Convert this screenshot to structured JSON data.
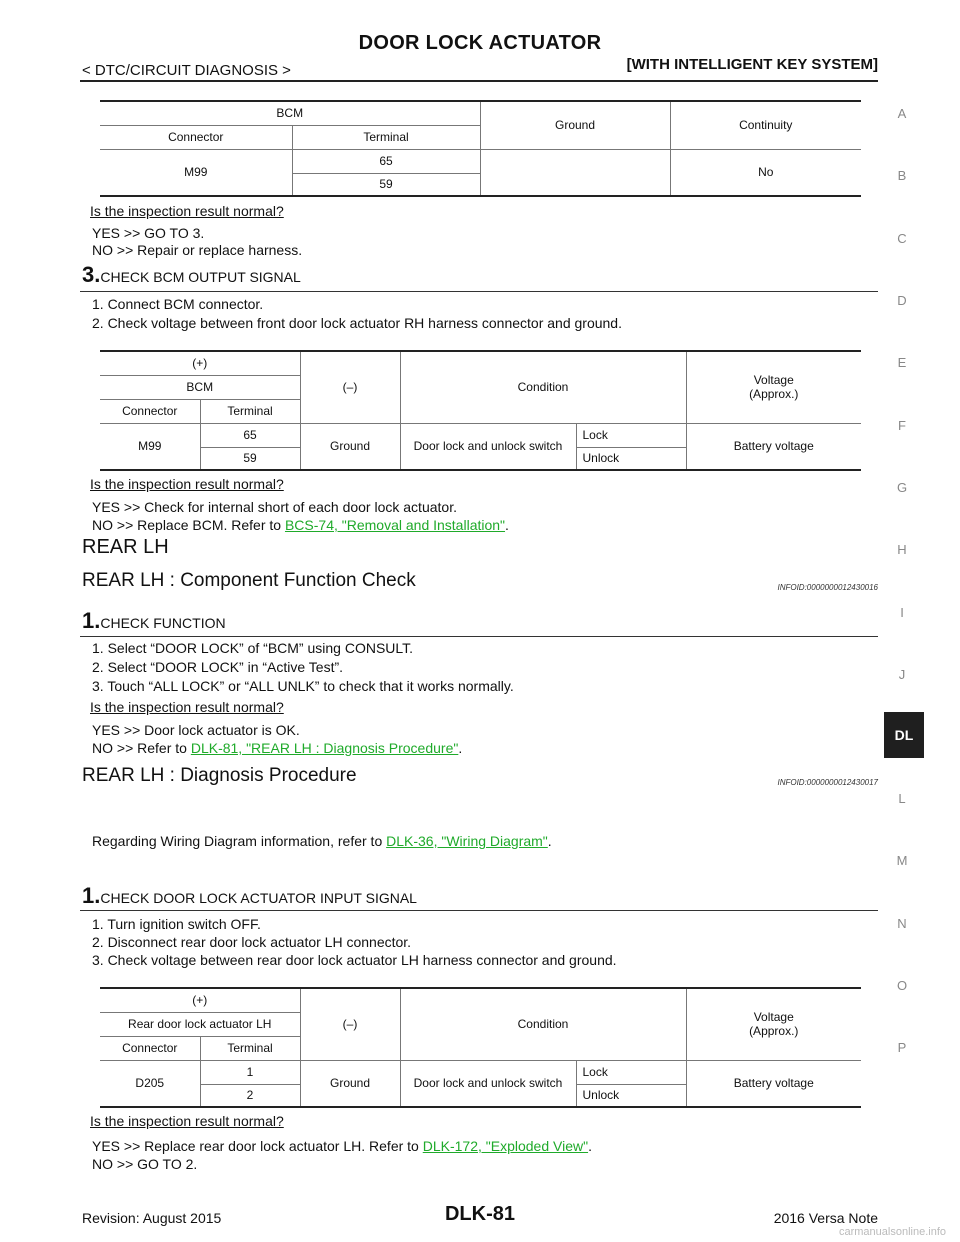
{
  "header": {
    "title": "DOOR LOCK ACTUATOR",
    "left": "< DTC/CIRCUIT DIAGNOSIS >",
    "right": "[WITH INTELLIGENT KEY SYSTEM]"
  },
  "side_index": [
    "A",
    "B",
    "C",
    "D",
    "E",
    "F",
    "G",
    "H",
    "I",
    "J",
    "DL",
    "L",
    "M",
    "N",
    "O",
    "P"
  ],
  "table1": {
    "bcm": "BCM",
    "connector": "Connector",
    "terminal": "Terminal",
    "ground": "Ground",
    "continuity": "Continuity",
    "conn_val": "M99",
    "term1": "65",
    "term2": "59",
    "result": "No"
  },
  "q1": "Is the inspection result normal?",
  "yes1": "YES >> GO TO 3.",
  "no1": "NO >> Repair or replace harness.",
  "step3": {
    "num": "3.",
    "title": "CHECK BCM OUTPUT SIGNAL"
  },
  "step3_items": [
    "1. Connect BCM connector.",
    "2. Check voltage between front door lock actuator RH harness connector and ground."
  ],
  "table2": {
    "plus": "(+)",
    "group": "BCM",
    "connector": "Connector",
    "terminal": "Terminal",
    "minus": "(–)",
    "condition": "Condition",
    "voltage": "Voltage\n(Approx.)",
    "conn_val": "M99",
    "term1": "65",
    "term2": "59",
    "ground": "Ground",
    "cond_val": "Door lock and unlock switch",
    "lock": "Lock",
    "unlock": "Unlock",
    "volt_val": "Battery voltage"
  },
  "q2": "Is the inspection result normal?",
  "yes2": "YES >> Check for internal short of each door lock actuator.",
  "no2_prefix": "NO >> Replace BCM. Refer to ",
  "no2_link": "BCS-74, \"Removal and Installation\"",
  "no2_suffix": ".",
  "section": "REAR LH",
  "func_check": {
    "title": "REAR LH : Component Function Check",
    "infoid": "INFOID:0000000012430016"
  },
  "step1a": {
    "num": "1.",
    "title": "CHECK FUNCTION"
  },
  "step1a_items": [
    "1. Select “DOOR LOCK” of “BCM” using CONSULT.",
    "2. Select “DOOR LOCK” in “Active Test”.",
    "3. Touch “ALL LOCK” or “ALL UNLK” to check that it works normally."
  ],
  "q3": "Is the inspection result normal?",
  "yes3": "YES >> Door lock actuator is OK.",
  "no3_prefix": "NO >> Refer to ",
  "no3_link": "DLK-81, \"REAR LH : Diagnosis Procedure\"",
  "no3_suffix": ".",
  "diag": {
    "title": "REAR LH : Diagnosis Procedure",
    "infoid": "INFOID:0000000012430017"
  },
  "wiring_prefix": "Regarding Wiring Diagram information, refer to ",
  "wiring_link": "DLK-36, \"Wiring Diagram\"",
  "wiring_suffix": ".",
  "step1b": {
    "num": "1.",
    "title": "CHECK DOOR LOCK ACTUATOR INPUT SIGNAL"
  },
  "step1b_items": [
    "1. Turn ignition switch OFF.",
    "2. Disconnect rear door lock actuator LH connector.",
    "3. Check voltage between rear door lock actuator LH harness connector and ground."
  ],
  "table3": {
    "plus": "(+)",
    "group": "Rear door lock actuator LH",
    "connector": "Connector",
    "terminal": "Terminal",
    "minus": "(–)",
    "condition": "Condition",
    "voltage": "Voltage\n(Approx.)",
    "conn_val": "D205",
    "term1": "1",
    "term2": "2",
    "ground": "Ground",
    "cond_val": "Door lock and unlock switch",
    "lock": "Lock",
    "unlock": "Unlock",
    "volt_val": "Battery voltage"
  },
  "q4": "Is the inspection result normal?",
  "yes4_prefix": "YES >> Replace rear door lock actuator LH. Refer to ",
  "yes4_link": "DLK-172, \"Exploded View\"",
  "yes4_suffix": ".",
  "no4": "NO >> GO TO 2.",
  "footer": {
    "left": "Revision: August 2015",
    "center": "DLK-81",
    "right": "2016 Versa Note"
  },
  "watermark": "carmanualsonline.info"
}
